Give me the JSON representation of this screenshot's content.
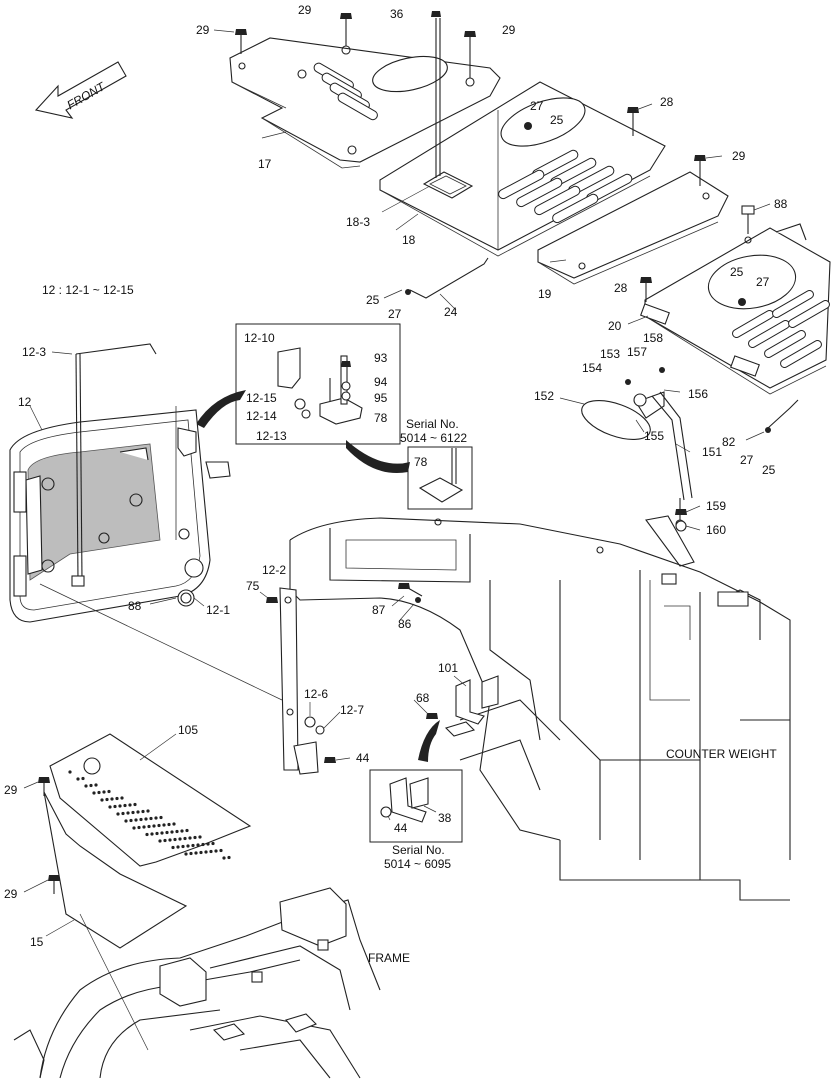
{
  "labels": {
    "front": "FRONT",
    "series_note": "12 : 12-1 ~ 12-15",
    "counter_weight": "COUNTER WEIGHT",
    "frame": "FRAME",
    "serial1_title": "Serial No.",
    "serial1_range": "5014 ~ 6122",
    "serial2_title": "Serial No.",
    "serial2_range": "5014 ~ 6095"
  },
  "parts": [
    {
      "id": "p29a",
      "text": "29"
    },
    {
      "id": "p29b",
      "text": "29"
    },
    {
      "id": "p36",
      "text": "36"
    },
    {
      "id": "p29c",
      "text": "29"
    },
    {
      "id": "p27a",
      "text": "27"
    },
    {
      "id": "p25a",
      "text": "25"
    },
    {
      "id": "p28a",
      "text": "28"
    },
    {
      "id": "p29d",
      "text": "29"
    },
    {
      "id": "p17",
      "text": "17"
    },
    {
      "id": "p18-3",
      "text": "18-3"
    },
    {
      "id": "p18",
      "text": "18"
    },
    {
      "id": "p88a",
      "text": "88"
    },
    {
      "id": "p19",
      "text": "19"
    },
    {
      "id": "p25b",
      "text": "25"
    },
    {
      "id": "p27b",
      "text": "27"
    },
    {
      "id": "p24",
      "text": "24"
    },
    {
      "id": "p28b",
      "text": "28"
    },
    {
      "id": "p25c",
      "text": "25"
    },
    {
      "id": "p27c",
      "text": "27"
    },
    {
      "id": "p20",
      "text": "20"
    },
    {
      "id": "p12-3",
      "text": "12-3"
    },
    {
      "id": "p12-10",
      "text": "12-10"
    },
    {
      "id": "p93",
      "text": "93"
    },
    {
      "id": "p94",
      "text": "94"
    },
    {
      "id": "p95",
      "text": "95"
    },
    {
      "id": "p78a",
      "text": "78"
    },
    {
      "id": "p12-15",
      "text": "12-15"
    },
    {
      "id": "p12-14",
      "text": "12-14"
    },
    {
      "id": "p12-13",
      "text": "12-13"
    },
    {
      "id": "p12",
      "text": "12"
    },
    {
      "id": "p158",
      "text": "158"
    },
    {
      "id": "p153",
      "text": "153"
    },
    {
      "id": "p157",
      "text": "157"
    },
    {
      "id": "p154",
      "text": "154"
    },
    {
      "id": "p156",
      "text": "156"
    },
    {
      "id": "p152",
      "text": "152"
    },
    {
      "id": "p155",
      "text": "155"
    },
    {
      "id": "p82",
      "text": "82"
    },
    {
      "id": "p27d",
      "text": "27"
    },
    {
      "id": "p25d",
      "text": "25"
    },
    {
      "id": "p78b",
      "text": "78"
    },
    {
      "id": "p151",
      "text": "151"
    },
    {
      "id": "p159",
      "text": "159"
    },
    {
      "id": "p160",
      "text": "160"
    },
    {
      "id": "p12-2",
      "text": "12-2"
    },
    {
      "id": "p75",
      "text": "75"
    },
    {
      "id": "p88b",
      "text": "88"
    },
    {
      "id": "p12-1",
      "text": "12-1"
    },
    {
      "id": "p87",
      "text": "87"
    },
    {
      "id": "p86",
      "text": "86"
    },
    {
      "id": "p101",
      "text": "101"
    },
    {
      "id": "p68",
      "text": "68"
    },
    {
      "id": "p12-6",
      "text": "12-6"
    },
    {
      "id": "p12-7",
      "text": "12-7"
    },
    {
      "id": "p44a",
      "text": "44"
    },
    {
      "id": "p105",
      "text": "105"
    },
    {
      "id": "p29e",
      "text": "29"
    },
    {
      "id": "p38",
      "text": "38"
    },
    {
      "id": "p44b",
      "text": "44"
    },
    {
      "id": "p29f",
      "text": "29"
    },
    {
      "id": "p15",
      "text": "15"
    }
  ]
}
